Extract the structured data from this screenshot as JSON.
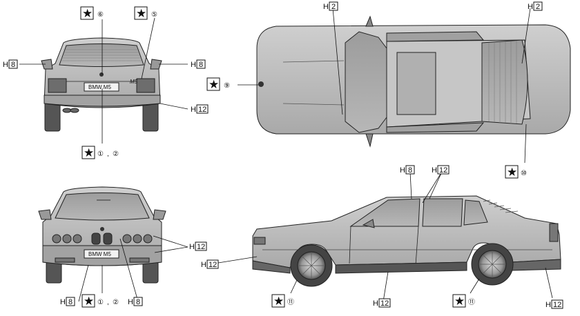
{
  "colors": {
    "body": "#b9b9b9",
    "body_dark": "#8e8e8e",
    "glass": "#a4a4a4",
    "outline": "#222222",
    "tire": "#555555",
    "star_box": "#1a1a1a"
  },
  "plate_text": "BMW  M5",
  "badge_text": "M5",
  "callouts": {
    "h": "H",
    "n2": "2",
    "n8": "8",
    "n12": "12",
    "c1": "①",
    "c2": "②",
    "c5": "⑤",
    "c6": "⑥",
    "c9": "⑨",
    "c10": "⑩",
    "c11": "⑪",
    "comma": ","
  },
  "icons": {
    "star": "star-icon"
  }
}
